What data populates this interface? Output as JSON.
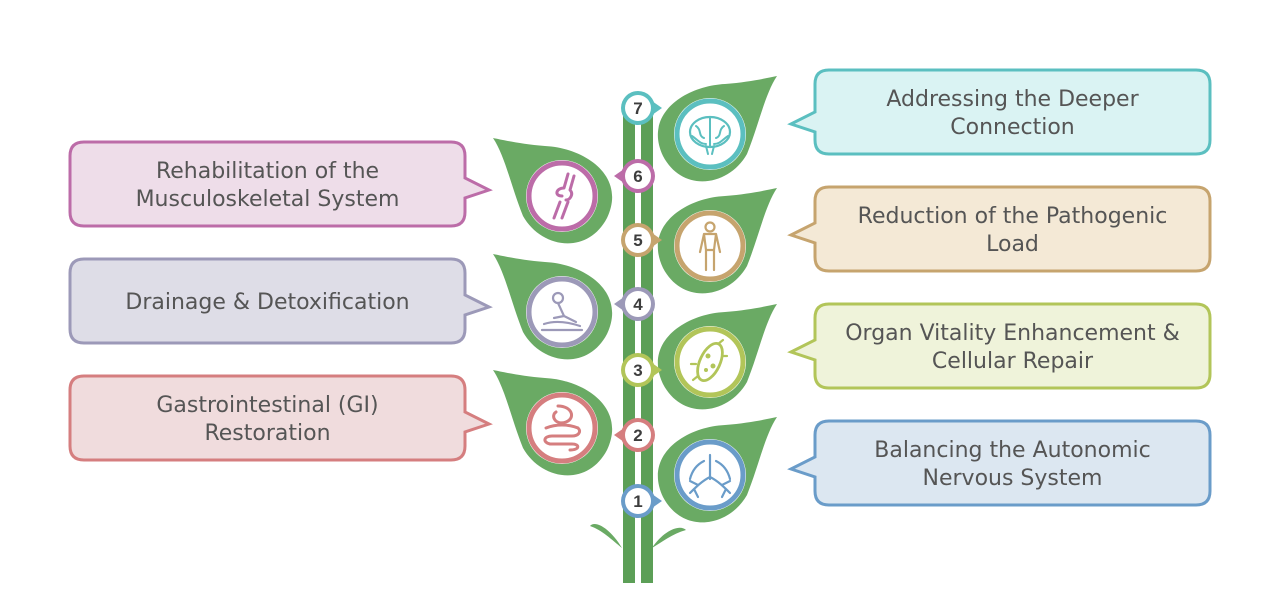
{
  "steps": [
    {
      "number": "1",
      "color": "#6a9cc9",
      "fill": "#dce7f1",
      "icon": "lungs-icon",
      "lines": [
        "Balancing the Autonomic",
        "Nervous System"
      ]
    },
    {
      "number": "2",
      "color": "#d57e7f",
      "fill": "#f0dcdd",
      "icon": "intestine-icon",
      "lines": [
        "Gastrointestinal (GI)",
        "Restoration"
      ]
    },
    {
      "number": "3",
      "color": "#b2c559",
      "fill": "#eff3da",
      "icon": "cell-icon",
      "lines": [
        "Organ Vitality Enhancement &",
        "Cellular Repair"
      ]
    },
    {
      "number": "4",
      "color": "#9c99b8",
      "fill": "#dedde7",
      "icon": "massage-icon",
      "lines": [
        "Drainage & Detoxification"
      ]
    },
    {
      "number": "5",
      "color": "#c6a46e",
      "fill": "#f4e9d6",
      "icon": "human-body-icon",
      "lines": [
        "Reduction of the Pathogenic",
        "Load"
      ]
    },
    {
      "number": "6",
      "color": "#bc6ca8",
      "fill": "#eedde9",
      "icon": "knee-joint-icon",
      "lines": [
        "Rehabilitation of the",
        "Musculoskeletal System"
      ]
    },
    {
      "number": "7",
      "color": "#5bbfc0",
      "fill": "#daf3f3",
      "icon": "brain-icon",
      "lines": [
        "Addressing the Deeper",
        "Connection"
      ]
    }
  ],
  "colors": {
    "leaf": "#6aaa64",
    "stem": "#5c9f57"
  }
}
